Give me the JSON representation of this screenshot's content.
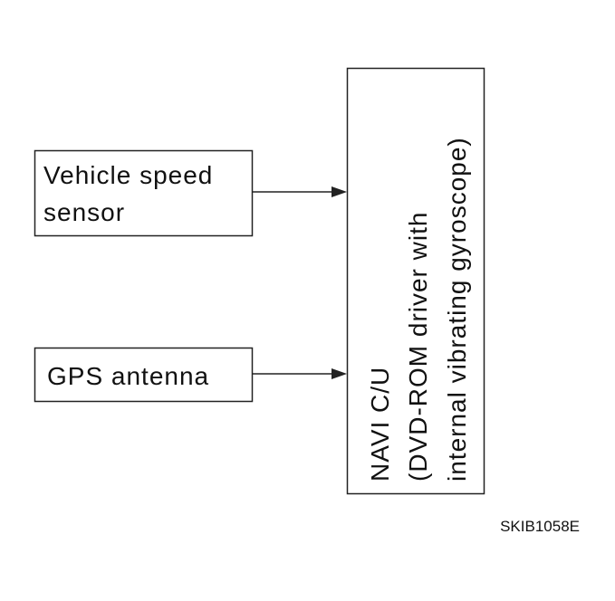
{
  "diagram": {
    "vehicle_speed_sensor": {
      "line1": "Vehicle speed",
      "line2": "sensor"
    },
    "gps_antenna": {
      "label": "GPS antenna"
    },
    "navi_cu": {
      "line1": "NAVI C/U",
      "line2": "(DVD-ROM driver with",
      "line3": "internal vibrating gyroscope)"
    },
    "figure_code": "SKIB1058E"
  }
}
